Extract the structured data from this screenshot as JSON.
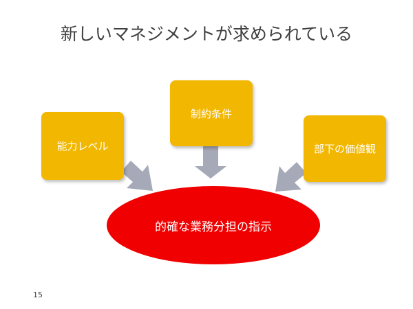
{
  "slide": {
    "title": "新しいマネジメントが求められている",
    "inputs": [
      "能力レベル",
      "制約条件",
      "部下の価値観"
    ],
    "center": "的確な業務分担の指示",
    "page_number": "15"
  },
  "colors": {
    "box": "#f2b700",
    "ellipse": "#f00000",
    "arrow": "#a6a9b8"
  }
}
